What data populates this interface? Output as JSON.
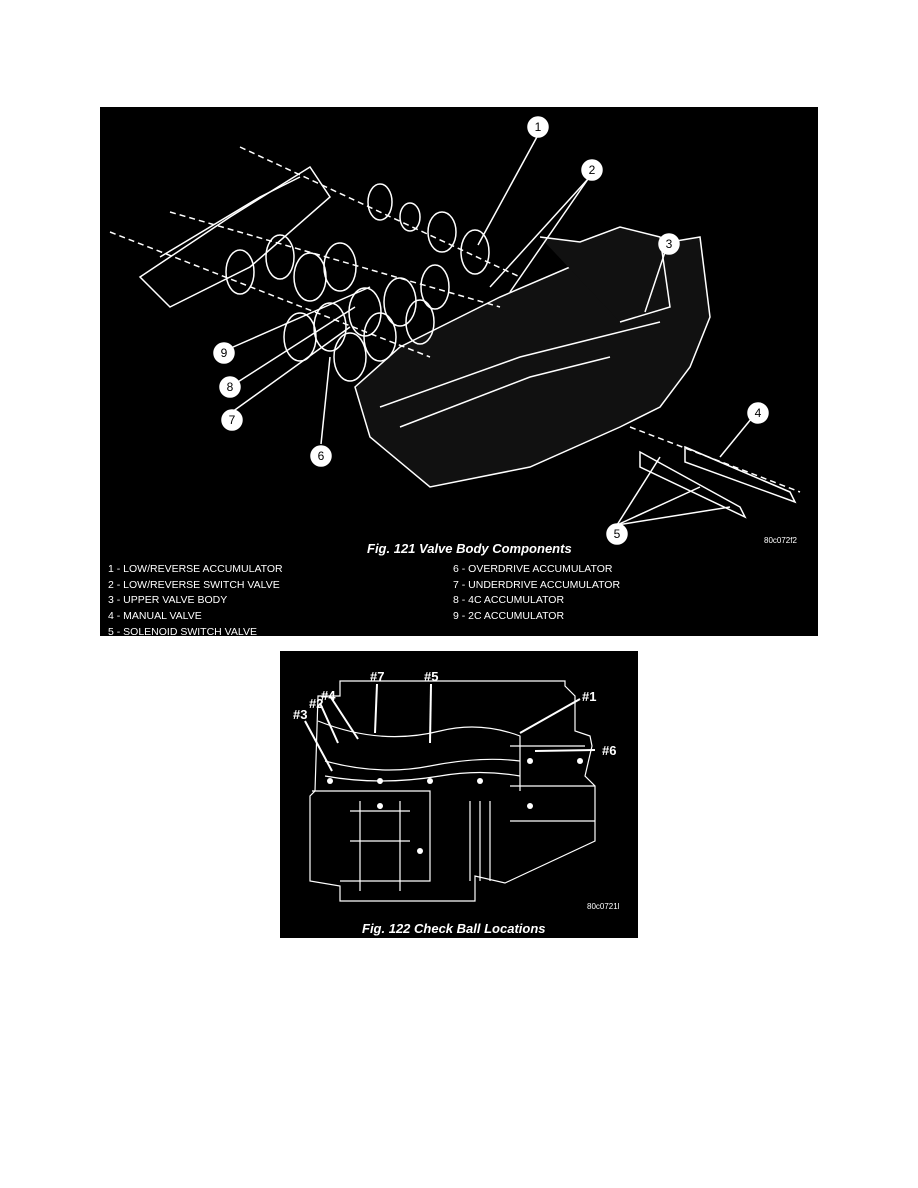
{
  "figure1": {
    "caption": "Fig. 121 Valve Body Components",
    "code": "80c072f2",
    "callouts": [
      "1",
      "2",
      "3",
      "4",
      "5",
      "6",
      "7",
      "8",
      "9"
    ],
    "legend_left": [
      "1 - LOW/REVERSE ACCUMULATOR",
      "2 - LOW/REVERSE SWITCH VALVE",
      "3 - UPPER VALVE BODY",
      "4 - MANUAL VALVE",
      "5 - SOLENOID SWITCH VALVE"
    ],
    "legend_right": [
      "6 - OVERDRIVE ACCUMULATOR",
      "7 - UNDERDRIVE ACCUMULATOR",
      "8 - 4C ACCUMULATOR",
      "9 - 2C ACCUMULATOR"
    ]
  },
  "figure2": {
    "caption": "Fig. 122 Check Ball Locations",
    "code": "80c0721l",
    "labels": [
      "#7",
      "#5",
      "#1",
      "#4",
      "#2",
      "#3",
      "#6"
    ]
  }
}
